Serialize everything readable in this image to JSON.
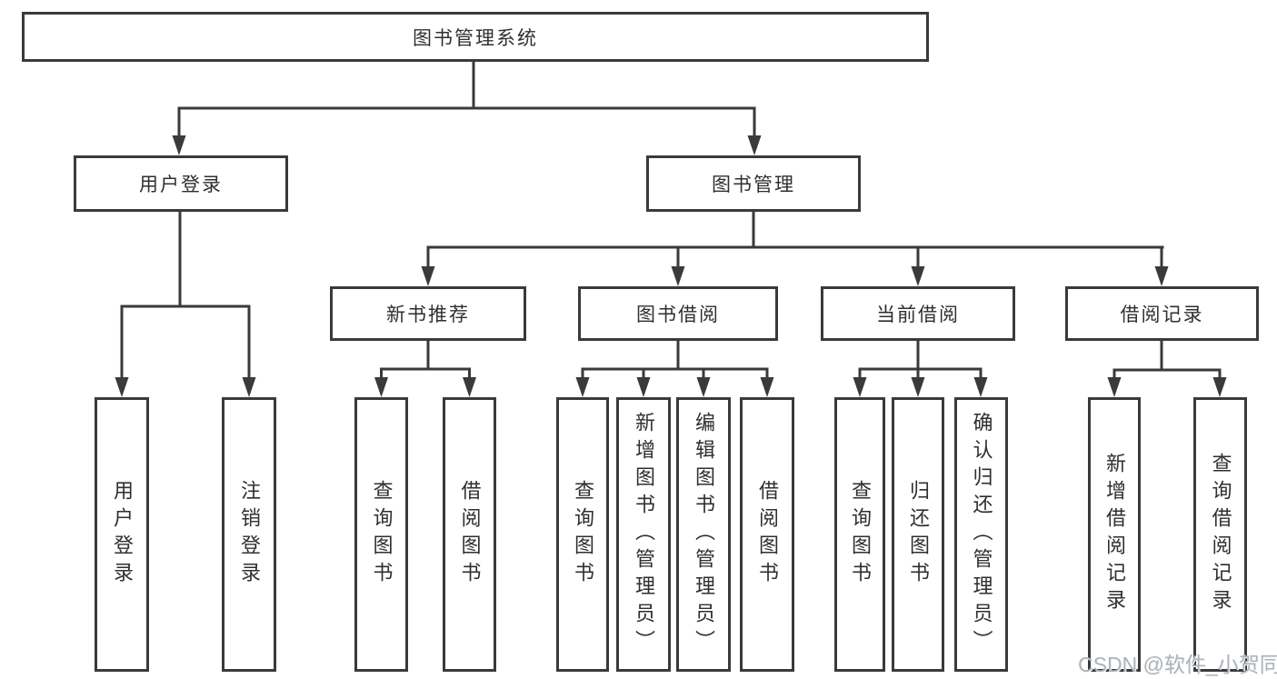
{
  "watermark": {
    "text": "CSDN @软件_小贺同学"
  },
  "colors": {
    "line": "#3a3a3a",
    "text": "#2f2f2f",
    "watermark": "#aeb3ba",
    "background": "#ffffff"
  },
  "diagram": {
    "type": "hierarchy-tree",
    "root": {
      "label": "图书管理系统"
    },
    "children": [
      {
        "label": "用户登录",
        "children": [
          {
            "label": "用户登录"
          },
          {
            "label": "注销登录"
          }
        ]
      },
      {
        "label": "图书管理",
        "children": [
          {
            "label": "新书推荐",
            "children": [
              {
                "label": "查询图书"
              },
              {
                "label": "借阅图书"
              }
            ]
          },
          {
            "label": "图书借阅",
            "children": [
              {
                "label": "查询图书"
              },
              {
                "label": "新增图书（管理员）"
              },
              {
                "label": "编辑图书（管理员）"
              },
              {
                "label": "借阅图书"
              }
            ]
          },
          {
            "label": "当前借阅",
            "children": [
              {
                "label": "查询图书"
              },
              {
                "label": "归还图书"
              },
              {
                "label": "确认归还（管理员）"
              }
            ]
          },
          {
            "label": "借阅记录",
            "children": [
              {
                "label": "新增借阅记录"
              },
              {
                "label": "查询借阅记录"
              }
            ]
          }
        ]
      }
    ]
  }
}
